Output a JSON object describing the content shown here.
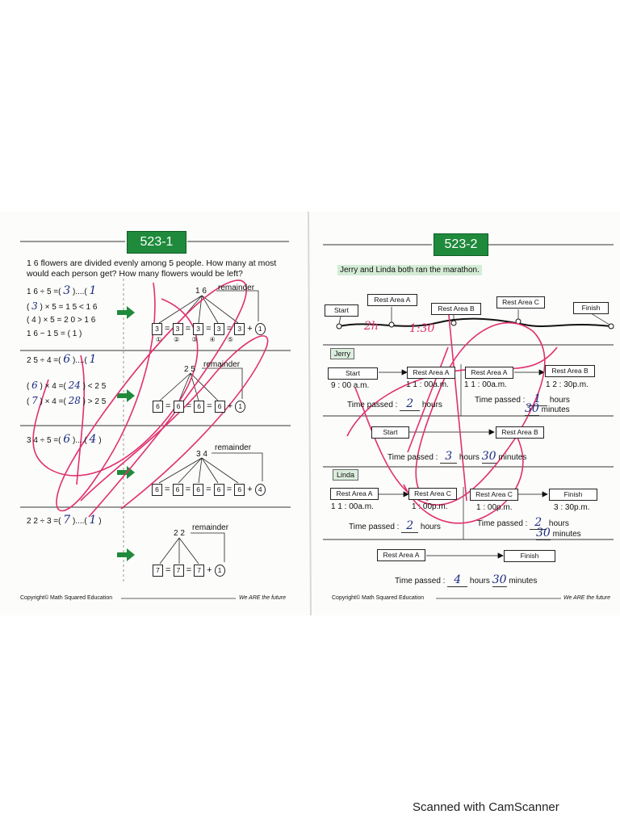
{
  "left_page": {
    "badge": "523-1",
    "problem_line1": "1 6 flowers are divided evenly among 5 people.  How many at most",
    "problem_line2": "would each person get?  How many flowers would be left?",
    "work": {
      "p1_a": "1 6 ÷ 5 =(",
      "p1_a_ans": "3",
      "p1_a_rest": ")....(",
      "p1_a_rem": "1",
      "p1_b_pre": "(",
      "p1_b_ans": "3",
      "p1_b_rest": ") × 5 = 1 5 < 1 6",
      "p1_c": "( 4 ) × 5 = 2 0 > 1 6",
      "p1_d": "1 6 − 1 5 = (  1  )",
      "p2_a": "2 5 ÷ 4 =(",
      "p2_a_ans": "6",
      "p2_a_rest": ")....(",
      "p2_a_rem": "1",
      "p2_b": "(",
      "p2_b_ans": "6",
      "p2_b_rest": ") × 4 =(",
      "p2_b_prod": "24",
      "p2_b_end": ") < 2 5",
      "p2_c": "(",
      "p2_c_ans": "7",
      "p2_c_rest": ") × 4 =(",
      "p2_c_prod": "28",
      "p2_c_end": ") > 2 5",
      "p3_a": "3 4 ÷ 5 =(",
      "p3_a_ans": "6",
      "p3_a_rest": ")....(",
      "p3_a_rem": "4",
      "p3_a_end": ")",
      "p4_a": "2 2 ÷ 3 =(",
      "p4_a_ans": "7",
      "p4_a_rest": ")....(",
      "p4_a_rem": "1",
      "p4_a_end": ")"
    },
    "diagrams": [
      {
        "total": "1 6",
        "remainder_label": "remainder",
        "boxes": [
          "3",
          "3",
          "3",
          "3",
          "3"
        ],
        "rem": "1",
        "circled": [
          "①",
          "②",
          "③",
          "④",
          "⑤"
        ]
      },
      {
        "total": "2 5",
        "remainder_label": "remainder",
        "boxes": [
          "6",
          "6",
          "6",
          "6"
        ],
        "rem": "1"
      },
      {
        "total": "3 4",
        "remainder_label": "remainder",
        "boxes": [
          "6",
          "6",
          "6",
          "6",
          "6"
        ],
        "rem": "4"
      },
      {
        "total": "2 2",
        "remainder_label": "remainder",
        "boxes": [
          "7",
          "7",
          "7"
        ],
        "rem": "1"
      }
    ],
    "copyright": "Copyright© Math Squared Education",
    "tagline": "We ARE the future"
  },
  "right_page": {
    "badge": "523-2",
    "intro": "Jerry and Linda both ran the marathon.",
    "route": {
      "start": "Start",
      "a": "Rest Area A",
      "b": "Rest Area B",
      "c": "Rest Area C",
      "finish": "Finish",
      "note_left": "2h",
      "note_mid": "1:30"
    },
    "jerry": {
      "label": "Jerry",
      "start": "Start",
      "a": "Rest Area A",
      "a2": "Rest Area A",
      "b": "Rest Area B",
      "t_start": "9 : 00 a.m.",
      "t_a": "1 1 : 00a.m.",
      "t_a2": "1 1 : 00a.m.",
      "t_b": "1 2 : 30p.m.",
      "tp1_label": "Time passed :",
      "tp1_hours": "2",
      "tp1_unit": "hours",
      "tp2_label": "Time passed :",
      "tp2_hours": "1",
      "tp2_unit_h": "hours",
      "tp2_minutes": "30",
      "tp2_unit_m": "minutes",
      "sum_start": "Start",
      "sum_end": "Rest Area B",
      "sum_label": "Time passed :",
      "sum_hours": "3",
      "sum_unit_h": "hours",
      "sum_minutes": "30",
      "sum_unit_m": "minutes"
    },
    "linda": {
      "label": "Linda",
      "a": "Rest Area A",
      "c": "Rest Area C",
      "c2": "Rest Area C",
      "finish": "Finish",
      "t_a": "1 1 : 00a.m.",
      "t_c": "1 : 00p.m.",
      "t_c2": "1 : 00p.m.",
      "t_finish": "3 : 30p.m.",
      "tp1_label": "Time passed :",
      "tp1_hours": "2",
      "tp1_unit": "hours",
      "tp2_label": "Time passed :",
      "tp2_hours": "2",
      "tp2_unit_h": "hours",
      "tp2_minutes": "30",
      "tp2_unit_m": "minutes",
      "sum_start": "Rest Area A",
      "sum_end": "Finish",
      "sum_label": "Time passed :",
      "sum_hours": "4",
      "sum_unit_h": "hours",
      "sum_minutes": "30",
      "sum_unit_m": "minutes"
    },
    "copyright": "Copyright© Math Squared Education",
    "tagline": "We ARE the future"
  },
  "watermark": "Scanned with CamScanner",
  "colors": {
    "badge": "#1f8a3b",
    "arrow": "#1f8a3b",
    "pen": "#e0306e",
    "label_bg": "#dbeedd"
  }
}
